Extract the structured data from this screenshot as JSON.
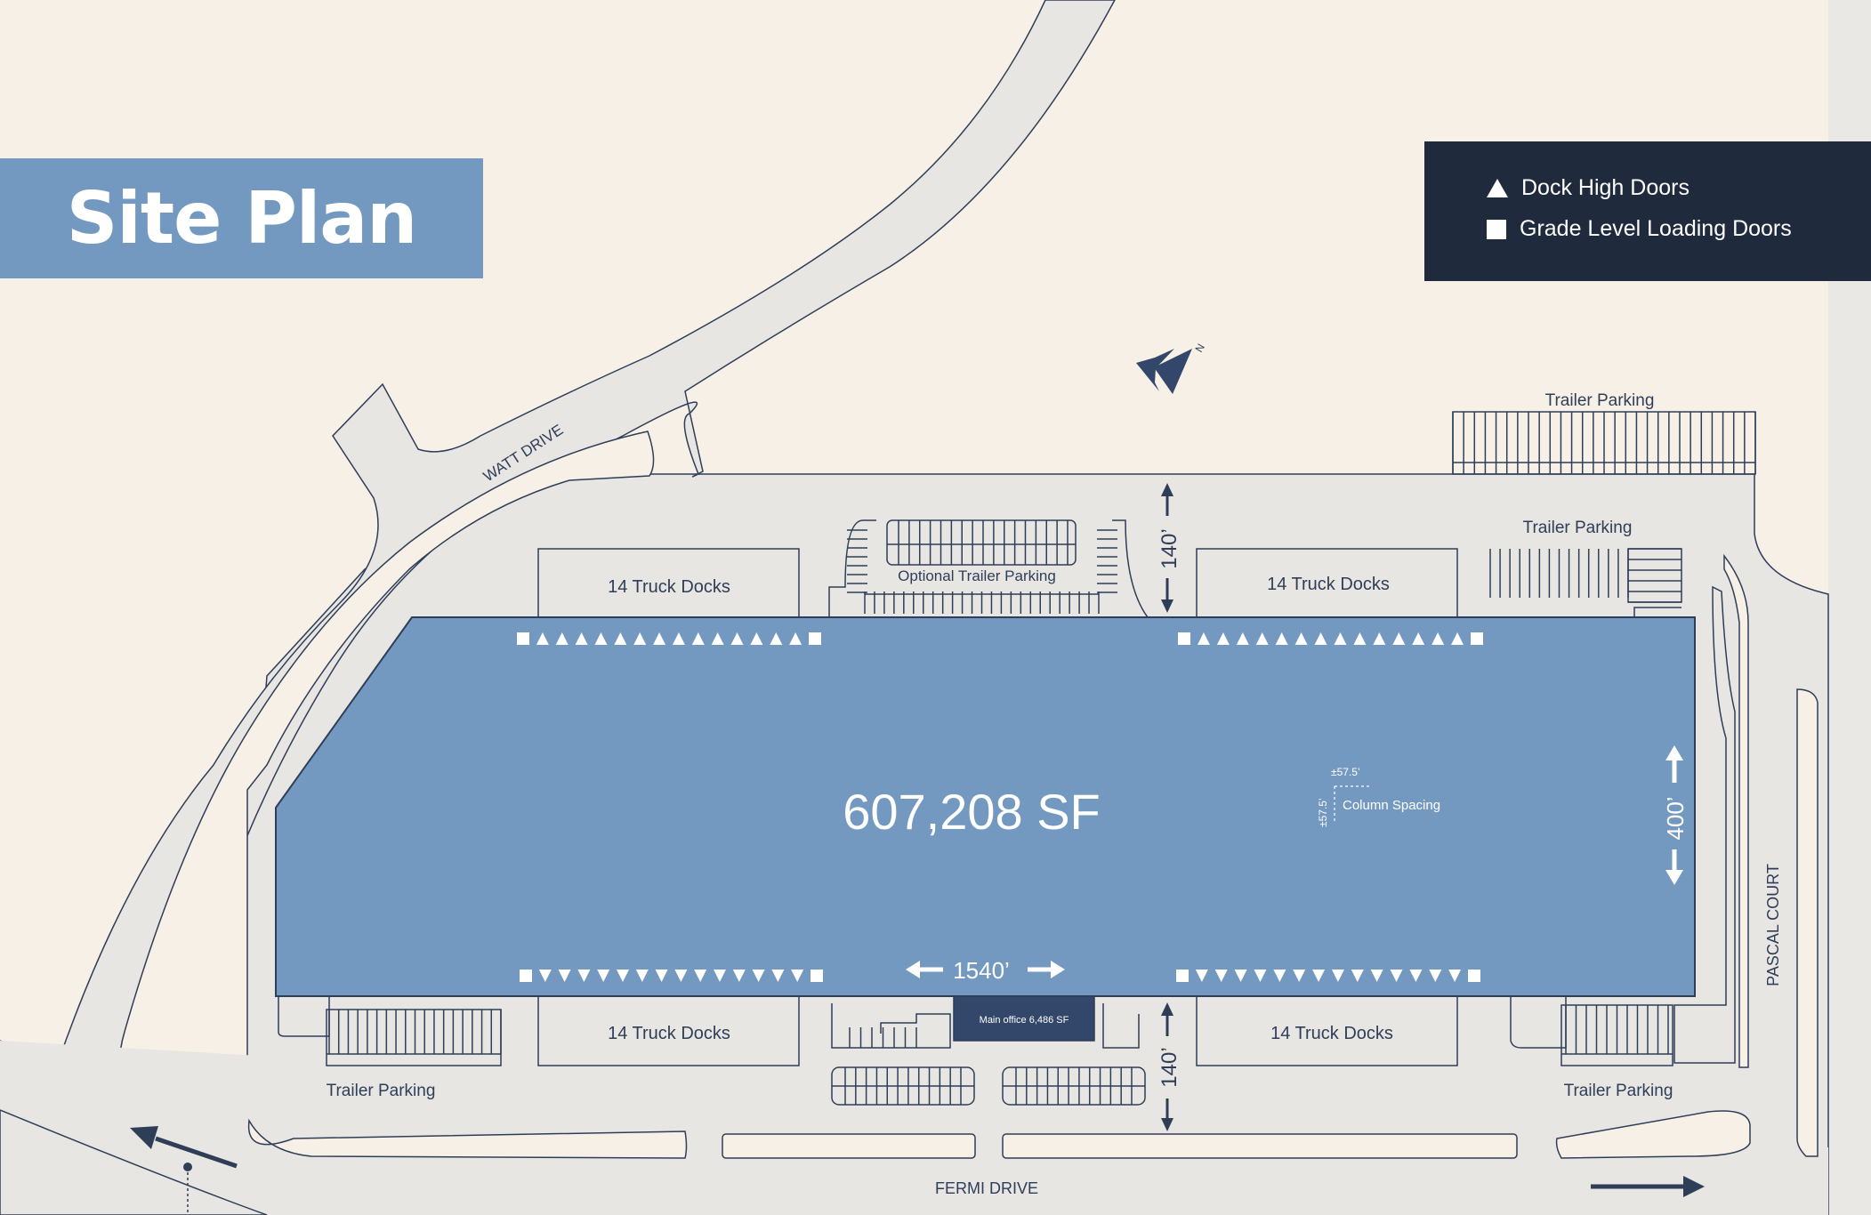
{
  "title": "Site Plan",
  "legend": {
    "dock_high": "Dock High Doors",
    "grade_level": "Grade Level Loading Doors"
  },
  "building": {
    "area": "607,208 SF",
    "length": "1540’",
    "width": "400’",
    "column_spacing_label": "Column Spacing",
    "column_spacing_x": "±57.5’",
    "column_spacing_y": "±57.5’",
    "main_office": "Main office 6,486 SF"
  },
  "dock_labels": {
    "top_left": "14 Truck Docks",
    "top_right": "14 Truck Docks",
    "bottom_left": "14 Truck Docks",
    "bottom_right": "14 Truck Docks"
  },
  "parking_labels": {
    "optional": "Optional Trailer Parking",
    "top_right_upper": "Trailer Parking",
    "top_right_lower": "Trailer Parking",
    "bottom_left": "Trailer Parking",
    "bottom_right": "Trailer Parking"
  },
  "truck_court": {
    "top": "140’",
    "bottom": "140’"
  },
  "streets": {
    "watt": "WATT DRIVE",
    "fermi": "FERMI DRIVE",
    "pascal": "PASCAL COURT"
  },
  "north_label": "N",
  "colors": {
    "background": "#f7f0e6",
    "pavement": "#e7e6e3",
    "building": "#7499c0",
    "line": "#2f3e57",
    "legend_bg": "#1f2a3d",
    "title_bg": "#7499c0"
  },
  "doors": {
    "top_left": {
      "dock_high": 14,
      "grade_level": 2
    },
    "top_right": {
      "dock_high": 14,
      "grade_level": 2
    },
    "bottom_left": {
      "dock_high": 14,
      "grade_level": 2
    },
    "bottom_right": {
      "dock_high": 14,
      "grade_level": 2
    }
  }
}
